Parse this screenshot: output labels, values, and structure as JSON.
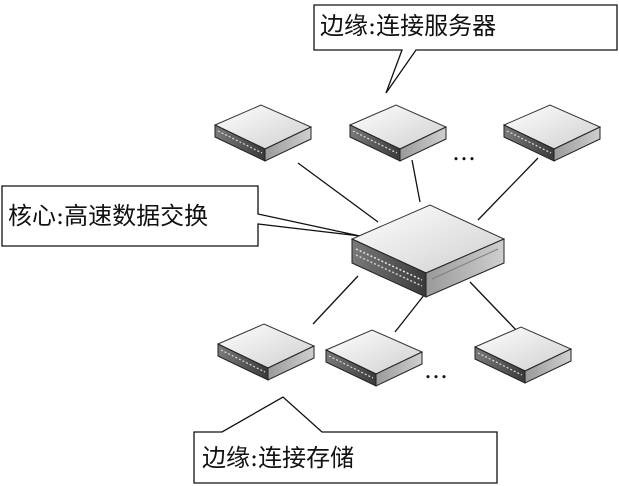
{
  "callouts": {
    "top": "边缘:连接服务器",
    "left": "核心:高速数据交换",
    "bottom": "边缘:连接存储"
  },
  "ellipsis": {
    "top_row": "…",
    "bottom_row": "…"
  }
}
